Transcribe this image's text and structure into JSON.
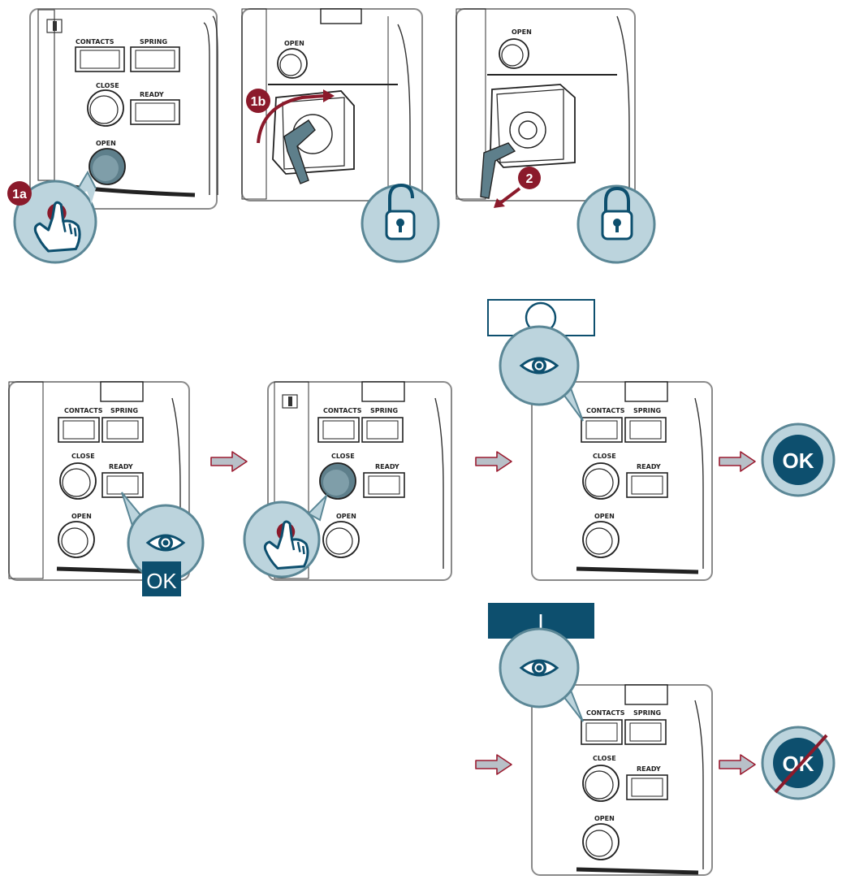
{
  "steps": {
    "step_1a": "1a",
    "step_1b": "1b",
    "step_2": "2"
  },
  "panel_labels": {
    "contacts": "CONTACTS",
    "spring": "SPRING",
    "close": "CLOSE",
    "ready": "READY",
    "open": "OPEN"
  },
  "results": {
    "ready_ok": "OK",
    "result_ok": "OK",
    "result_not_ok": "OK",
    "indicator_closed": "I"
  },
  "colors": {
    "dark_red": "#8b1a2b",
    "navy": "#0d4f6e",
    "callout_fill": "#bcd4dd",
    "callout_stroke": "#5b8796",
    "panel_stroke": "#8a8a8a",
    "arrow_fill": "#b8c0c8",
    "arrow_stroke": "#9b1b30"
  },
  "icons": [
    "hand-press-icon",
    "unlock-icon",
    "lock-icon",
    "eye-icon",
    "ok-icon",
    "not-ok-icon",
    "arrow-right-icon"
  ]
}
